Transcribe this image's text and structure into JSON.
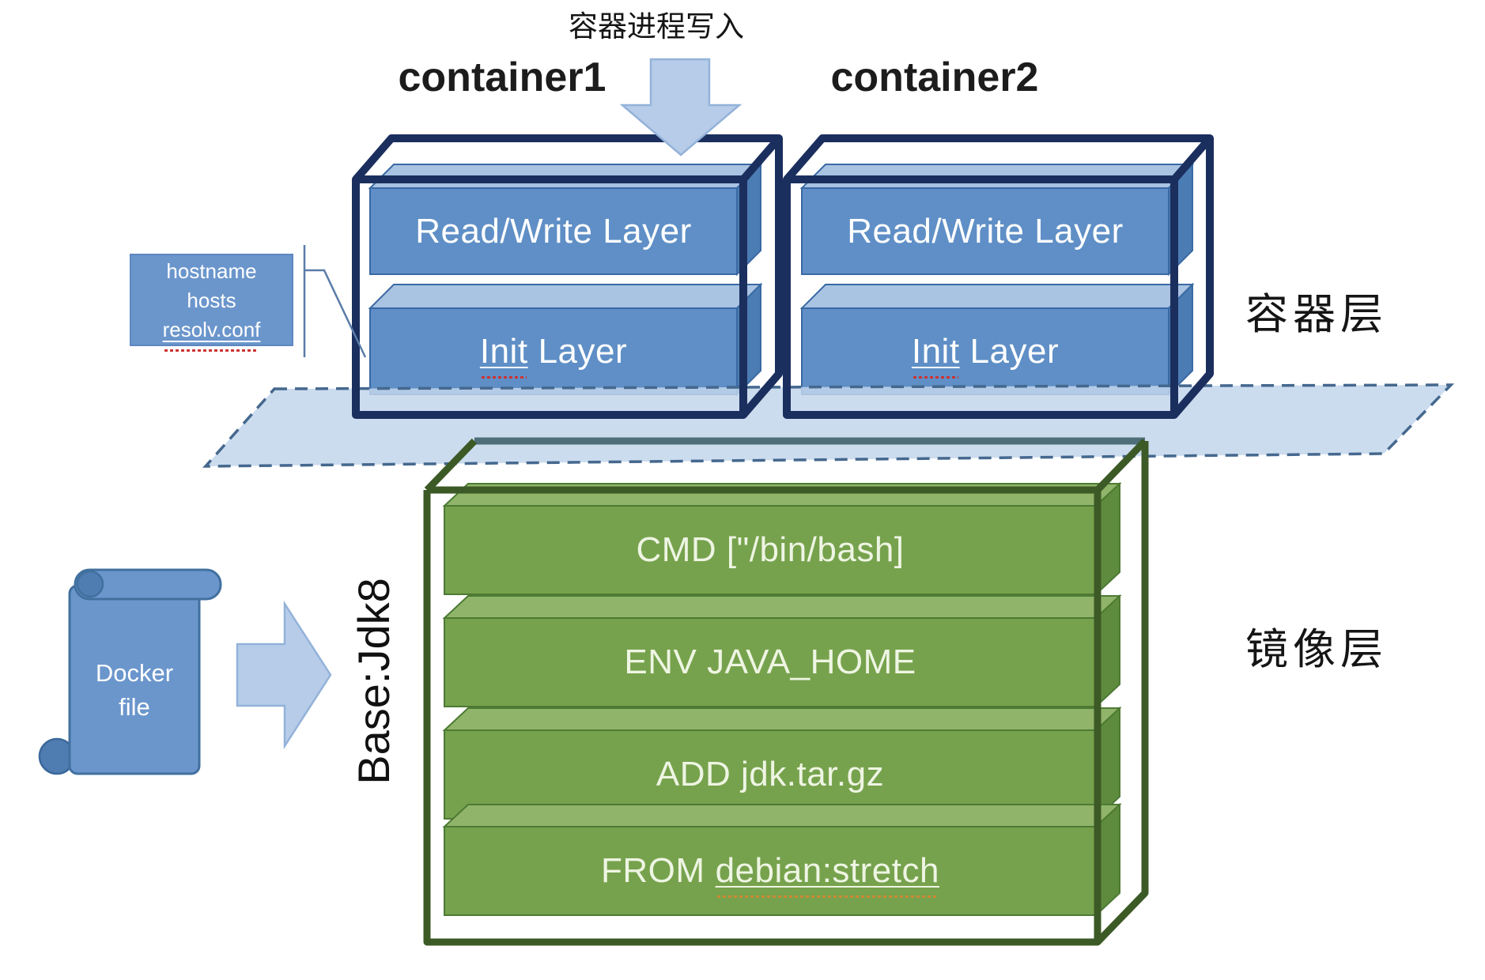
{
  "labels": {
    "process_write": "容器进程写入",
    "container1": "container1",
    "container2": "container2",
    "container_layer_side": "容器层",
    "image_layer_side": "镜像层",
    "base_image": "Base:Jdk8"
  },
  "container_stack": {
    "read_write_layer": "Read/Write Layer",
    "init_word": "Init",
    "layer_word": "Layer"
  },
  "hostname_box": {
    "line1": "hostname",
    "line2": "hosts",
    "line3": "resolv.conf"
  },
  "dockerfile_icon": {
    "line1": "Docker",
    "line2": "file"
  },
  "image_layers": {
    "cmd": "CMD [\"/bin/bash]",
    "env": "ENV JAVA_HOME",
    "add": "ADD jdk.tar.gz",
    "from_word": "FROM",
    "from_image": "debian:stretch"
  },
  "colors": {
    "container_wireframe": "#1b2f5e",
    "blue_slab_front": "#5f8fc6",
    "blue_slab_top": "#a9c3e2",
    "blue_slab_right": "#4c7cb4",
    "green_slab_front": "#77a24d",
    "green_slab_top": "#90b469",
    "green_slab_right": "#5f8b3e",
    "image_wireframe": "#3c5a26",
    "platform_fill": "#c3d6ec",
    "platform_dash": "#45688e",
    "arrow_fill": "#b7cce9"
  }
}
